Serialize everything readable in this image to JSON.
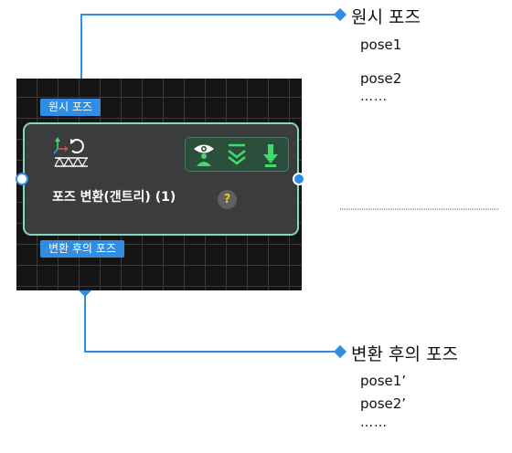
{
  "node": {
    "title": "포즈 변환(갠트리) (1)",
    "help_symbol": "?",
    "input_tag": "원시 포즈",
    "output_tag": "변환 후의 포즈"
  },
  "callouts": {
    "input": {
      "title": "원시 포즈",
      "items": [
        "pose1",
        "pose2"
      ],
      "ellipsis": "……"
    },
    "output": {
      "title": "변환 후의 포즈",
      "items": [
        "pose1’",
        "pose2’"
      ],
      "ellipsis": "……"
    }
  },
  "icons": {
    "node_icon": "pose-transform-icon",
    "toolbar": [
      "visibility-person-icon",
      "expand-chevrons-icon",
      "download-arrow-icon"
    ]
  },
  "colors": {
    "connector": "#2f8de4",
    "tag": "#2f8de4",
    "node_border": "#7fd7c4",
    "node_body": "#3a3c3e",
    "icon_green": "#3ddc6c"
  }
}
